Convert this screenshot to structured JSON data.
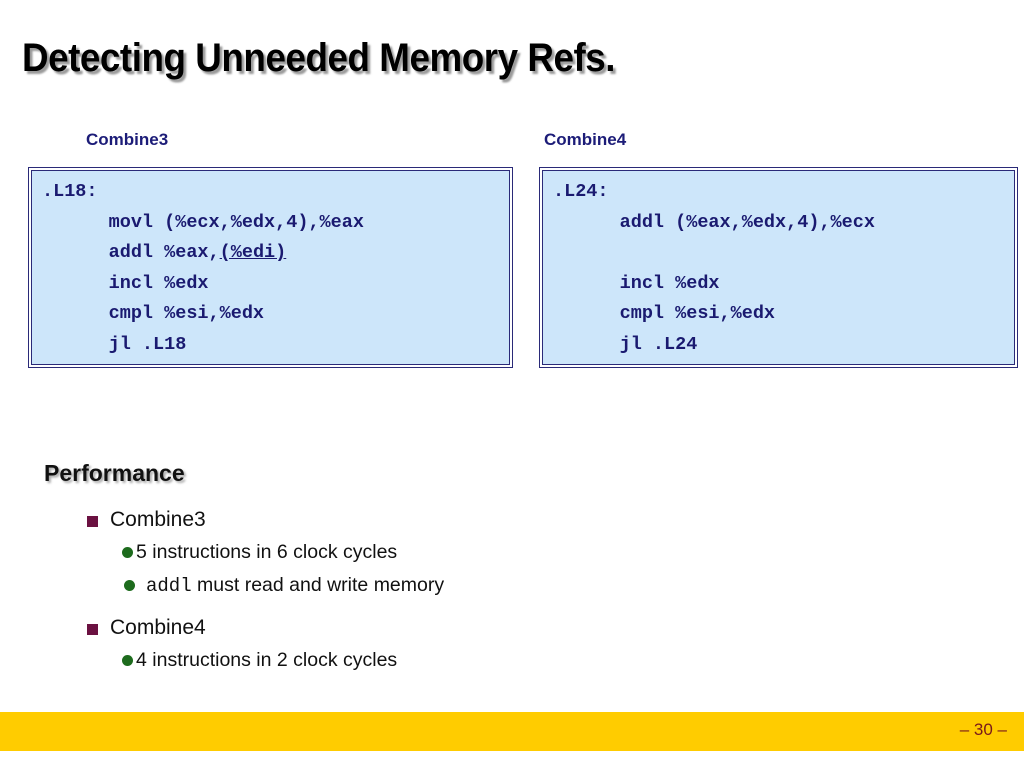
{
  "slide": {
    "title": "Detecting Unneeded Memory Refs.",
    "page_number": "– 30 –"
  },
  "colors": {
    "code_box_fill": "#cde6fa",
    "code_box_border": "#2a2a78",
    "code_text": "#1a1a70",
    "label_text": "#1c1c78",
    "square_bullet": "#6b1141",
    "round_bullet": "#1d6b1d",
    "footer_bar": "#ffcc00",
    "page_number_text": "#7a1a1a"
  },
  "code_columns": [
    {
      "label": "Combine3",
      "name": "combine3",
      "code_before_underline": ".L18:\n      movl (%ecx,%edx,4),%eax\n      addl %eax,",
      "code_underlined": "(%edi)",
      "code_after_underline": "\n      incl %edx\n      cmpl %esi,%edx\n      jl .L18"
    },
    {
      "label": "Combine4",
      "name": "combine4",
      "code_before_underline": ".L24:\n      addl (%eax,%edx,4),%ecx\n\n      incl %edx\n      cmpl %esi,%edx\n      jl .L24",
      "code_underlined": "",
      "code_after_underline": ""
    }
  ],
  "performance": {
    "heading": "Performance",
    "groups": [
      {
        "label": "Combine3",
        "items": [
          {
            "kind": "plain",
            "text": "5 instructions in 6 clock cycles"
          },
          {
            "kind": "mono-prefix",
            "mono": "addl",
            "text": " must read and write memory"
          }
        ]
      },
      {
        "label": "Combine4",
        "items": [
          {
            "kind": "plain",
            "text": "4 instructions in  2 clock cycles"
          }
        ]
      }
    ]
  }
}
